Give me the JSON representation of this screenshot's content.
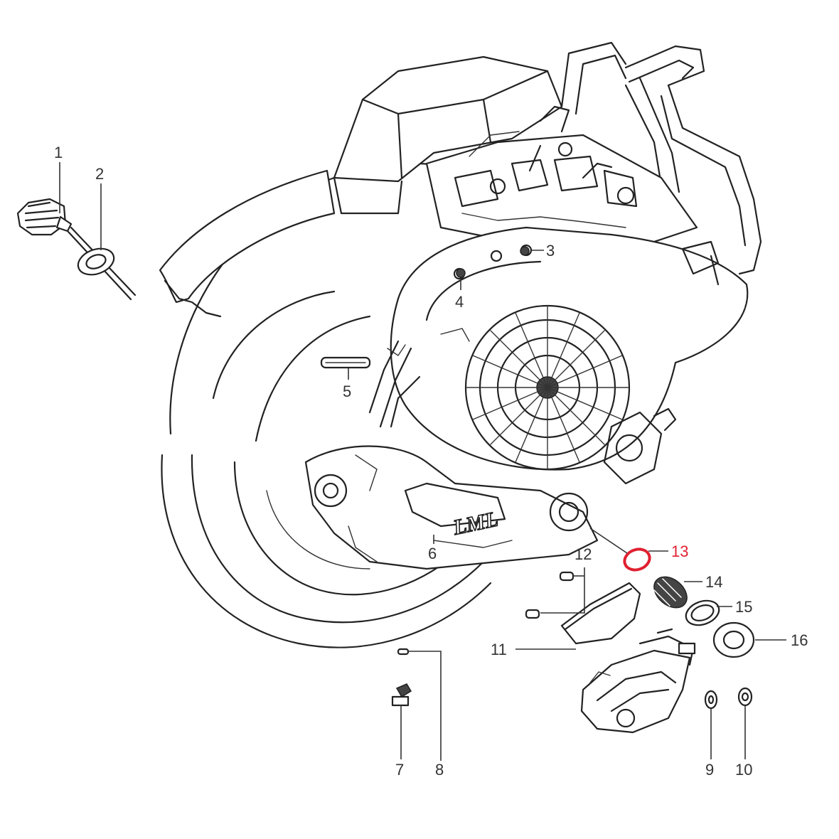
{
  "diagram": {
    "highlight_color": "#e02030",
    "ink_color": "#222222",
    "callouts": [
      {
        "id": "1",
        "label": "1"
      },
      {
        "id": "2",
        "label": "2"
      },
      {
        "id": "3",
        "label": "3"
      },
      {
        "id": "4",
        "label": "4"
      },
      {
        "id": "5",
        "label": "5"
      },
      {
        "id": "6",
        "label": "6"
      },
      {
        "id": "7",
        "label": "7"
      },
      {
        "id": "8",
        "label": "8"
      },
      {
        "id": "9",
        "label": "9"
      },
      {
        "id": "10",
        "label": "10"
      },
      {
        "id": "11",
        "label": "11"
      },
      {
        "id": "12",
        "label": "12"
      },
      {
        "id": "13",
        "label": "13",
        "highlighted": true
      },
      {
        "id": "14",
        "label": "14"
      },
      {
        "id": "15",
        "label": "15"
      },
      {
        "id": "16",
        "label": "16"
      }
    ],
    "engine_badge": "LML"
  }
}
